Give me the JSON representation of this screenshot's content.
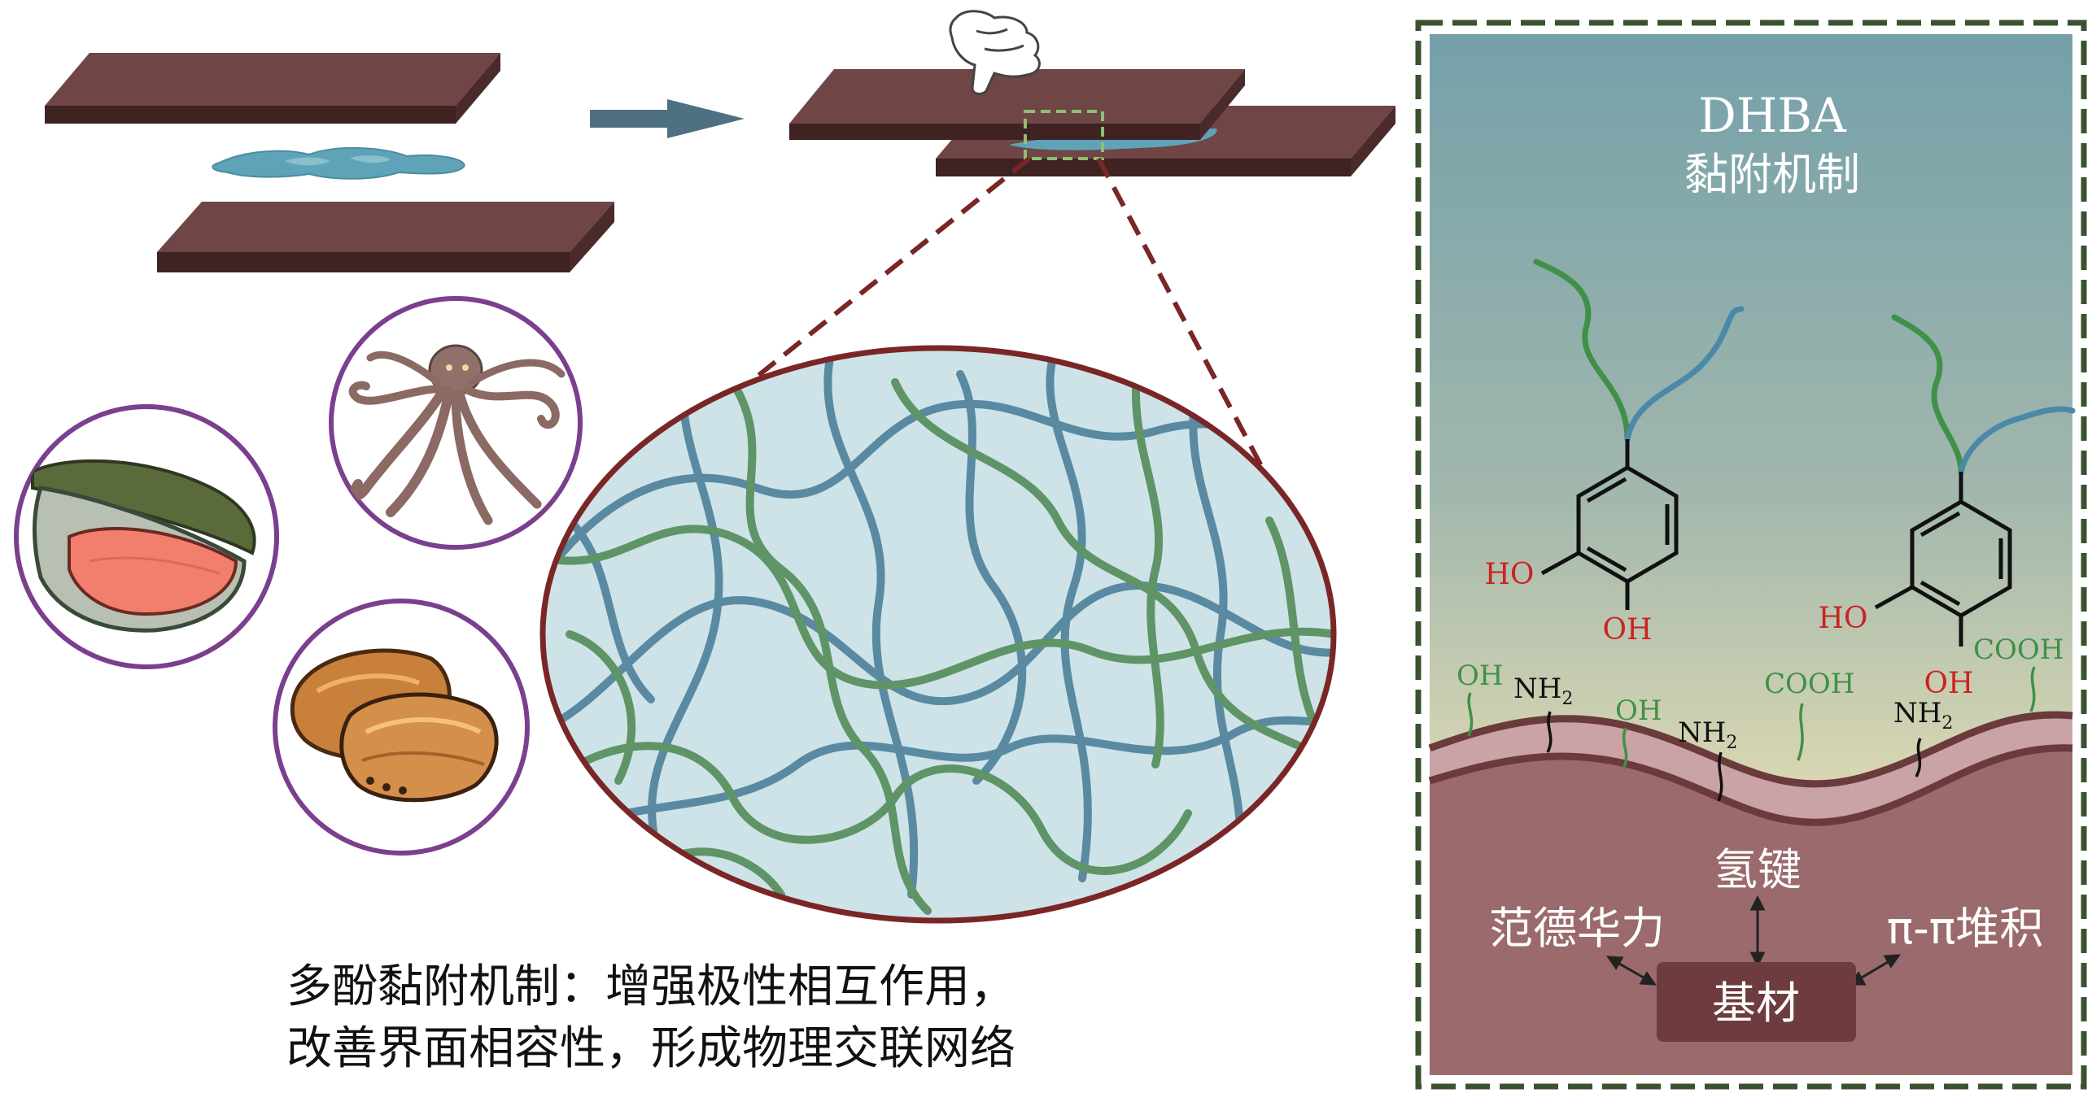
{
  "caption": {
    "line1": "多酚黏附机制：增强极性相互作用，",
    "line2": "改善界面相容性，形成物理交联网络"
  },
  "right_panel": {
    "title": "DHBA",
    "subtitle": "黏附机制",
    "substrate_label": "基材",
    "force_hbond": "氢键",
    "force_vdw": "范德华力",
    "force_pipi": "π-π堆积"
  },
  "chem": {
    "ho": "HO",
    "oh": "OH",
    "nh2": "NH",
    "nh2_sub": "2",
    "cooh": "COOH"
  },
  "colors": {
    "plate_top": "#6f4545",
    "plate_side": "#3f2222",
    "adhesive": "#5fa3b8",
    "network_blue": "#5a8aa2",
    "network_green": "#5f9466",
    "circle_border": "#7b3f8e",
    "oval_border": "#7a2626",
    "panel_border": "#3a5230",
    "panel_top": "#77a0a8",
    "panel_mid": "#c9cda8",
    "substrate": "#9a6a6c",
    "hydroxyl_red": "#cc2222",
    "surface_green": "#3f9147"
  },
  "icons": [
    "arrow-right-icon",
    "hand-pointer-icon",
    "mussel-icon",
    "octopus-icon",
    "abalone-icon",
    "zoom-box-icon"
  ]
}
